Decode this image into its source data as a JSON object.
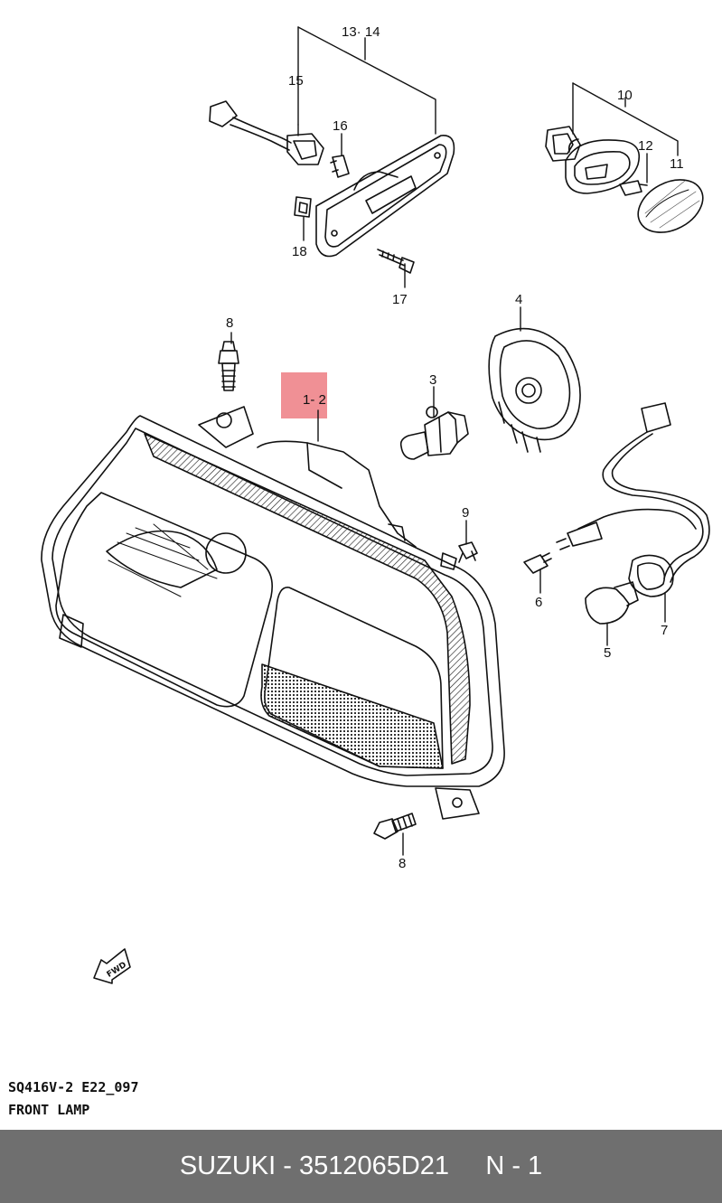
{
  "callouts": {
    "c13_14": "13· 14",
    "c15": "15",
    "c16": "16",
    "c18": "18",
    "c17": "17",
    "c10": "10",
    "c12": "12",
    "c11": "11",
    "c8_top": "8",
    "c1_2": "1- 2",
    "c3": "3",
    "c4": "4",
    "c9": "9",
    "c6": "6",
    "c5": "5",
    "c7": "7",
    "c8_bottom": "8"
  },
  "fwd_label": "FWD",
  "caption": {
    "code": "SQ416V-2 E22_097",
    "title": "FRONT LAMP"
  },
  "footer": {
    "text": "SUZUKI - 3512065D21     N - 1"
  },
  "colors": {
    "footer_bg": "#6f6f6f",
    "highlight": "#ef8a8f"
  }
}
